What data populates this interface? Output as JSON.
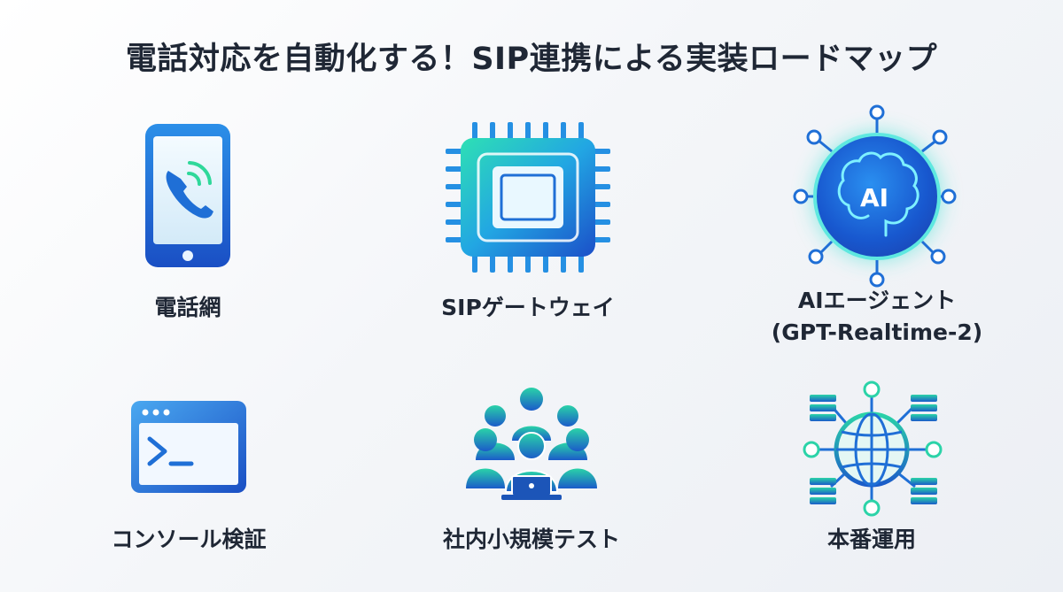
{
  "title": "電話対応を自動化する！SIP連携による実装ロードマップ",
  "nodes": {
    "phone_network": {
      "label": "電話網",
      "icon": "smartphone-call-icon"
    },
    "sip_gateway": {
      "label": "SIPゲートウェイ",
      "icon": "chip-icon"
    },
    "ai_agent": {
      "label": "AIエージェント",
      "sublabel": "(GPT-Realtime-2)",
      "icon": "ai-brain-icon",
      "icon_text": "AI"
    },
    "console_verify": {
      "label": "コンソール検証",
      "icon": "terminal-window-icon"
    },
    "internal_test": {
      "label": "社内小規模テスト",
      "icon": "team-icon"
    },
    "production": {
      "label": "本番運用",
      "icon": "global-network-icon"
    }
  },
  "colors": {
    "title": "#1f2735",
    "blue": "#1f6fd6",
    "blue_dark": "#1c55b8",
    "cyan": "#25c7e6",
    "green": "#2fd89a",
    "glow": "#4fe0d8"
  }
}
